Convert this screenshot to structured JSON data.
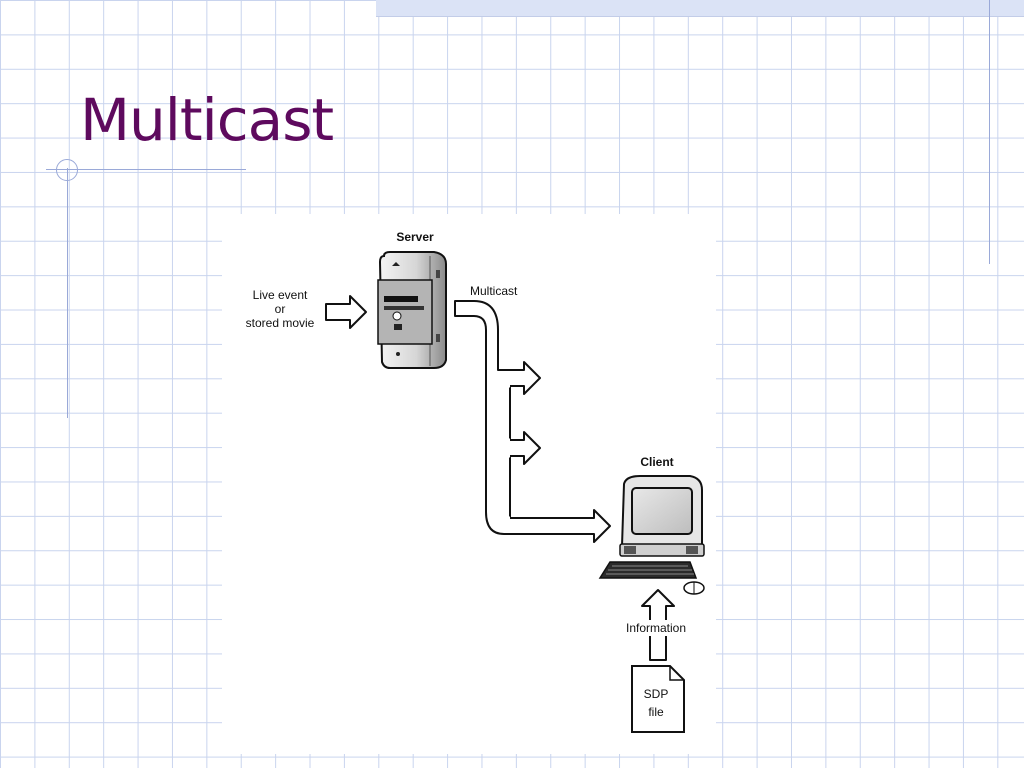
{
  "slide": {
    "title": "Multicast"
  },
  "diagram": {
    "server_label": "Server",
    "source_label_lines": [
      "Live event",
      "or",
      "stored movie"
    ],
    "multicast_label": "Multicast",
    "client_label": "Client",
    "information_label": "Information",
    "file_label_lines": [
      "SDP",
      "file"
    ]
  },
  "colors": {
    "title": "#5e0a5e",
    "grid": "#c9d4ee",
    "accent_rule": "#9aa9d8"
  }
}
